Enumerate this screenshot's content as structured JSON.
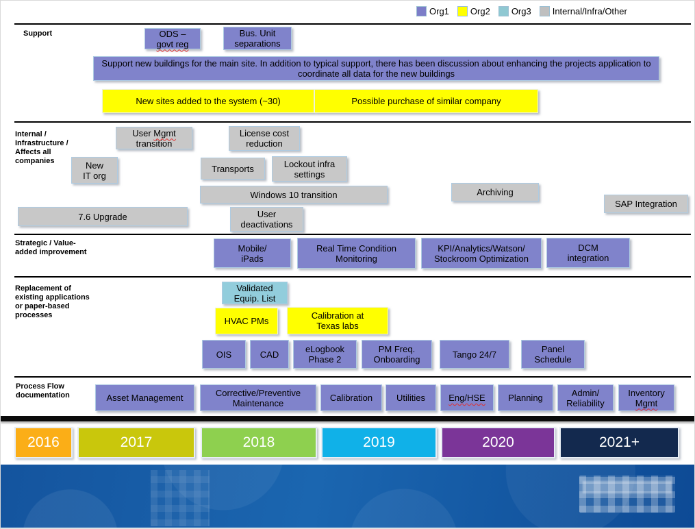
{
  "legend": {
    "items": [
      {
        "label": "Org1",
        "color": "#7c7dc8"
      },
      {
        "label": "Org2",
        "color": "#ffff00"
      },
      {
        "label": "Org3",
        "color": "#8fc8d2"
      },
      {
        "label": "Internal/Infra/Other",
        "color": "#bfbfbf"
      }
    ]
  },
  "palette": {
    "org1_purple": "#8083cb",
    "org2_yellow": "#ffff00",
    "org3_teal": "#92cddc",
    "internal_gray": "#c8c8c8"
  },
  "rows": [
    {
      "label": "Support",
      "boxes": [
        {
          "line1": "ODS –",
          "line2": "govt reg"
        },
        {
          "label": "Bus. Unit\nseparations"
        },
        {
          "label": "Support new buildings for the main site. In addition to typical support, there has been discussion about enhancing the projects application to coordinate all data for the new buildings"
        },
        {
          "label": "New sites added to the system (~30)"
        },
        {
          "label": "Possible purchase of similar company"
        }
      ]
    },
    {
      "label": "Internal /\nInfrastructure /\nAffects all\ncompanies",
      "boxes": [
        {
          "w1": "User ",
          "w2": "Mgmt",
          "line2": "transition"
        },
        {
          "label": "License cost\nreduction"
        },
        {
          "label": "New\nIT org"
        },
        {
          "label": "Transports"
        },
        {
          "label": "Lockout infra\nsettings"
        },
        {
          "label": "Windows 10 transition"
        },
        {
          "label": "Archiving"
        },
        {
          "label": "SAP Integration"
        },
        {
          "label": "7.6 Upgrade"
        },
        {
          "label": "User\ndeactivations"
        }
      ]
    },
    {
      "label": "Strategic / Value-\nadded improvement",
      "boxes": [
        {
          "label": "Mobile/\niPads"
        },
        {
          "label": "Real Time Condition\nMonitoring"
        },
        {
          "label": "KPI/Analytics/Watson/\nStockroom Optimization"
        },
        {
          "label": "DCM\nintegration"
        }
      ]
    },
    {
      "label": "Replacement of\nexisting applications\nor paper-based\nprocesses",
      "boxes": [
        {
          "label": "Validated\nEquip. List"
        },
        {
          "label": "HVAC PMs"
        },
        {
          "label": "Calibration at\nTexas labs"
        },
        {
          "label": "OIS"
        },
        {
          "label": "CAD"
        },
        {
          "label": "eLogbook\nPhase 2"
        },
        {
          "label": "PM Freq.\nOnboarding"
        },
        {
          "label": "Tango 24/7"
        },
        {
          "label": "Panel\nSchedule"
        }
      ]
    },
    {
      "label": "Process Flow\ndocumentation",
      "boxes": [
        {
          "label": "Asset Management"
        },
        {
          "label": "Corrective/Preventive\nMaintenance"
        },
        {
          "label": "Calibration"
        },
        {
          "label": "Utilities"
        },
        {
          "label": "Eng/HSE"
        },
        {
          "label": "Planning"
        },
        {
          "label": "Admin/\nReliability"
        },
        {
          "line1": "Inventory",
          "line2": "Mgmt"
        }
      ]
    }
  ],
  "timeline": {
    "years": [
      {
        "label": "2016",
        "color": "#fbae17"
      },
      {
        "label": "2017",
        "color": "#c9c70c"
      },
      {
        "label": "2018",
        "color": "#8ed04f"
      },
      {
        "label": "2019",
        "color": "#10b1e8"
      },
      {
        "label": "2020",
        "color": "#7b3598"
      },
      {
        "label": "2021+",
        "color": "#13294e"
      }
    ]
  }
}
